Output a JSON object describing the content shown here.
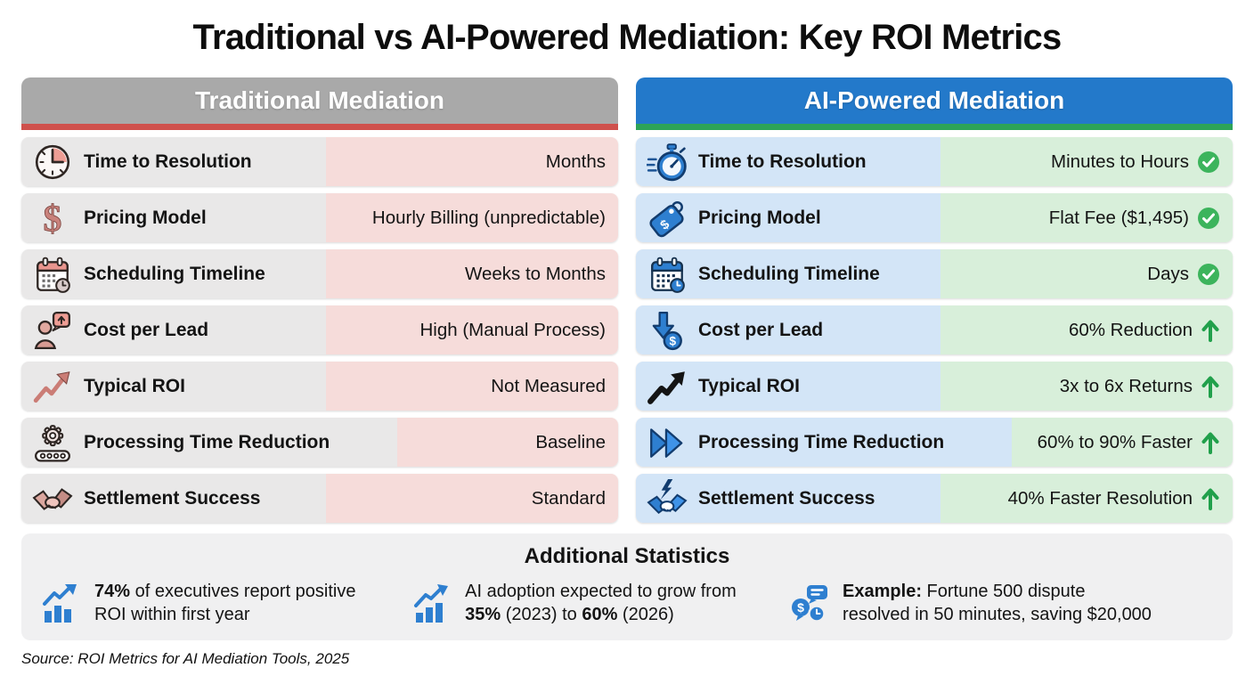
{
  "title": "Traditional vs AI-Powered Mediation: Key ROI Metrics",
  "colors": {
    "traditional_header_bg": "#a9a9a9",
    "traditional_accent_red": "#cf504c",
    "traditional_label_bg": "#e9e8e8",
    "traditional_value_bg": "#f6dcda",
    "ai_header_bg": "#2379ca",
    "ai_accent_green": "#2da358",
    "ai_label_bg": "#d3e5f7",
    "ai_value_bg": "#d8efda",
    "check_badge_green": "#3cb45c",
    "up_arrow_green": "#21a04b",
    "icon_blue": "#2e7fd0",
    "stats_panel_bg": "#f0f0f1"
  },
  "chart_data": {
    "type": "table",
    "title": "Traditional vs AI-Powered Mediation: Key ROI Metrics",
    "categories": [
      "Time to Resolution",
      "Pricing Model",
      "Scheduling Timeline",
      "Cost per Lead",
      "Typical ROI",
      "Processing Time Reduction",
      "Settlement Success"
    ],
    "series": [
      {
        "name": "Traditional Mediation",
        "values": [
          "Months",
          "Hourly Billing (unpredictable)",
          "Weeks to Months",
          "High (Manual Process)",
          "Not Measured",
          "Baseline",
          "Standard"
        ]
      },
      {
        "name": "AI-Powered Mediation",
        "values": [
          "Minutes to Hours",
          "Flat Fee ($1,495)",
          "Days",
          "60% Reduction",
          "3x to 6x Returns",
          "60% to 90% Faster",
          "40% Faster Resolution"
        ]
      }
    ]
  },
  "cols": {
    "trad": {
      "header": "Traditional Mediation",
      "rows": [
        {
          "icon": "clock-icon",
          "metric": "Time to Resolution",
          "value": "Months"
        },
        {
          "icon": "dollar-icon",
          "metric": "Pricing Model",
          "value": "Hourly Billing (unpredictable)"
        },
        {
          "icon": "calendar-icon",
          "metric": "Scheduling Timeline",
          "value": "Weeks to Months"
        },
        {
          "icon": "lead-person-icon",
          "metric": "Cost per Lead",
          "value": "High (Manual Process)"
        },
        {
          "icon": "trend-up-icon",
          "metric": "Typical ROI",
          "value": "Not Measured"
        },
        {
          "icon": "gear-process-icon",
          "metric": "Processing Time Reduction",
          "value": "Baseline"
        },
        {
          "icon": "handshake-icon",
          "metric": "Settlement Success",
          "value": "Standard"
        }
      ]
    },
    "ai": {
      "header": "AI-Powered Mediation",
      "rows": [
        {
          "icon": "stopwatch-icon",
          "metric": "Time to Resolution",
          "value": "Minutes to Hours",
          "badge": "check"
        },
        {
          "icon": "price-tag-icon",
          "metric": "Pricing Model",
          "value": "Flat Fee ($1,495)",
          "badge": "check"
        },
        {
          "icon": "calendar-icon",
          "metric": "Scheduling Timeline",
          "value": "Days",
          "badge": "check"
        },
        {
          "icon": "cost-down-icon",
          "metric": "Cost per Lead",
          "value": "60% Reduction",
          "badge": "up-arrow"
        },
        {
          "icon": "roi-arrow-icon",
          "metric": "Typical ROI",
          "value": "3x to 6x Returns",
          "badge": "up-arrow"
        },
        {
          "icon": "fast-forward-icon",
          "metric": "Processing Time Reduction",
          "value": "60% to 90% Faster",
          "badge": "up-arrow"
        },
        {
          "icon": "handshake-bolt-icon",
          "metric": "Settlement Success",
          "value": "40% Faster Resolution",
          "badge": "up-arrow"
        }
      ]
    }
  },
  "stats": {
    "heading": "Additional Statistics",
    "stat1": {
      "icon": "bar-chart-growth-icon",
      "bold1": "74%",
      "rest1": " of executives report positive",
      "line2": "ROI within first year"
    },
    "stat2": {
      "icon": "adoption-growth-icon",
      "line1": "AI adoption expected to grow from",
      "bold1": "35%",
      "mid": " (2023) to ",
      "bold2": "60%",
      "end": " (2026)"
    },
    "stat3": {
      "icon": "chat-savings-icon",
      "bold1": "Example:",
      "rest1": " Fortune 500 dispute",
      "line2": "resolved in 50 minutes, saving $20,000"
    }
  },
  "source": "Source: ROI Metrics for AI Mediation Tools, 2025"
}
